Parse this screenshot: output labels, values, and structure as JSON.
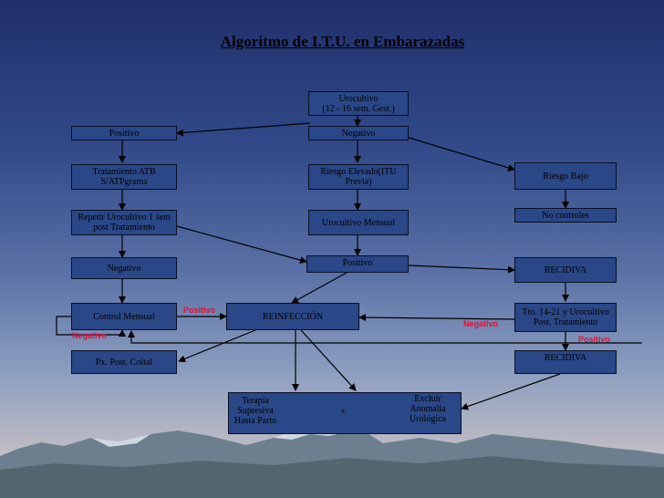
{
  "title": "Algoritmo de I.T.U. en Embarazadas",
  "boxes": {
    "urocultivo": "Urocultivo\n(12 - 16 sem. Gest.)",
    "negativo_top": "Negativo",
    "positivo_left": "Positivo",
    "tratamiento": "Tratamiento ATB\nS/ATPgrama",
    "riesgo_elevado": "Riesgo  Elevado(ITU\nPrevia)",
    "riesgo_bajo": "Riesgo Bajo",
    "repetir": "Repetir Urocultivo 1 sem\npost Tratamiento",
    "urocultivo_mensual": "Urocultivo Mensual",
    "no_controles": "No controles",
    "negativo_left": "Negativo",
    "positivo_center": "Positivo",
    "recidiva1": "RECIDIVA",
    "control_mensual": "Control Mensual",
    "reinfeccion": "REINFECCIÓN",
    "tto": "Tto. 14-21 y Urocultivo\nPost. Tratamiento",
    "px_coital": "Px. Post. Coital",
    "recidiva2": "RECIDIVA"
  },
  "bottom_box": {
    "terapia": "Terapia\nSupresiva\nHasta Parto",
    "plus": "+",
    "excluir": "Excluir\nAnomalía\nUrológica"
  },
  "edge_labels": {
    "positivo_control": "Positivo",
    "negativo_loop": "Negativo",
    "negativo_right": "Negativo",
    "positivo_right": "Positivo"
  },
  "colors": {
    "box_fill": "#2a4787",
    "label_red": "#e0103a"
  }
}
